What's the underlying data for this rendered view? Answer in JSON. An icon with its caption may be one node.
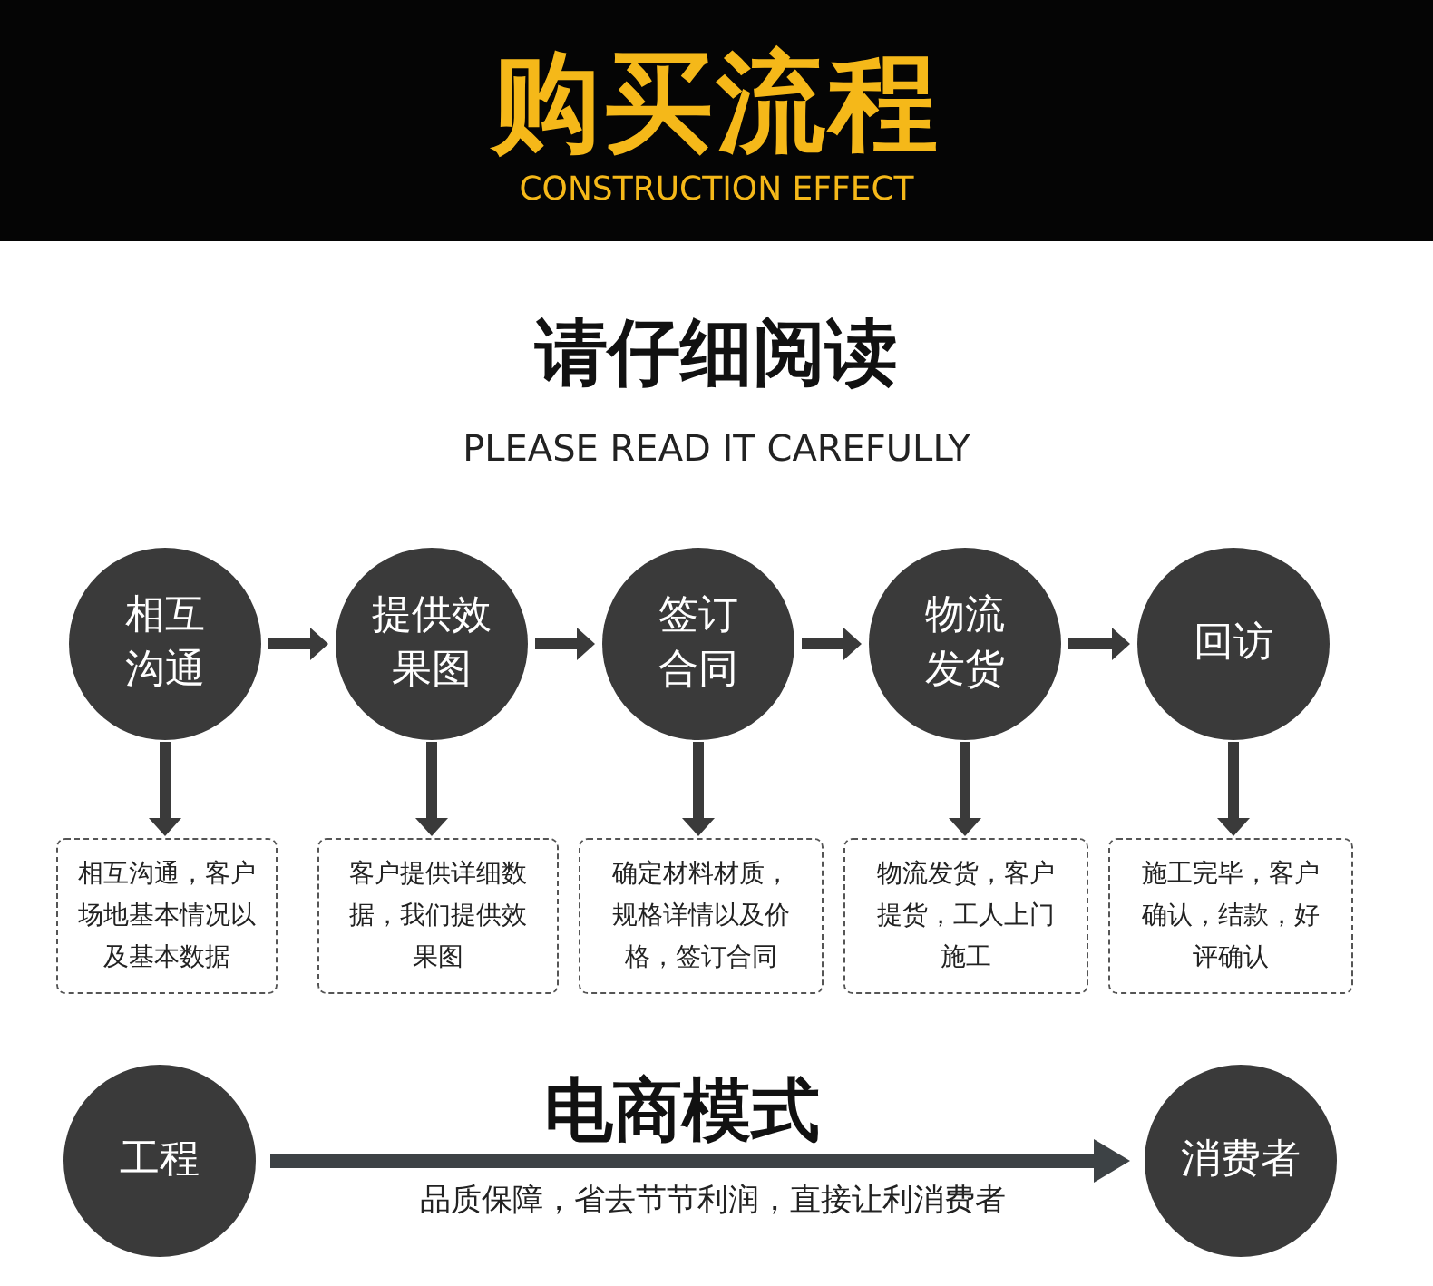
{
  "diagram": {
    "title": "购买流程",
    "nodes": [
      {
        "text": [
          "相互沟通"
        ]
      },
      {
        "text": [
          "提供效果图"
        ]
      },
      {
        "text": [
          "签订合同"
        ]
      },
      {
        "text": [
          "物流发货"
        ]
      },
      {
        "text": [
          "回访"
        ]
      },
      {
        "text": [
          "相互沟通，客户场地基本情况以及基本数据"
        ]
      },
      {
        "text": [
          "客户提供详细数据，我们提供效果图"
        ]
      },
      {
        "text": [
          "确定材料材质，规格详情以及价格，签订合同"
        ]
      },
      {
        "text": [
          "物流发货，客户提货，工人上门施工"
        ]
      },
      {
        "text": [
          "施工完毕，客户确认，结款，好评确认"
        ]
      },
      {
        "text": [
          "工程"
        ]
      },
      {
        "text": [
          "消费者"
        ]
      }
    ],
    "edges": [
      {
        "from": 0,
        "to": 1,
        "arrow": "to"
      },
      {
        "from": 1,
        "to": 2,
        "arrow": "to"
      },
      {
        "from": 2,
        "to": 3,
        "arrow": "to"
      },
      {
        "from": 3,
        "to": 4,
        "arrow": "to"
      },
      {
        "from": 0,
        "to": 5,
        "arrow": "to"
      },
      {
        "from": 1,
        "to": 6,
        "arrow": "to"
      },
      {
        "from": 2,
        "to": 7,
        "arrow": "to"
      },
      {
        "from": 3,
        "to": 8,
        "arrow": "to"
      },
      {
        "from": 4,
        "to": 9,
        "arrow": "to"
      },
      {
        "from": 10,
        "to": 11,
        "arrow": "to",
        "label": "电商模式"
      }
    ],
    "labels": [
      "CONSTRUCTION EFFECT",
      "请仔细阅读",
      "PLEASE READ IT CAREFULLY",
      "品质保障，省去节节利润，直接让利消费者"
    ]
  }
}
